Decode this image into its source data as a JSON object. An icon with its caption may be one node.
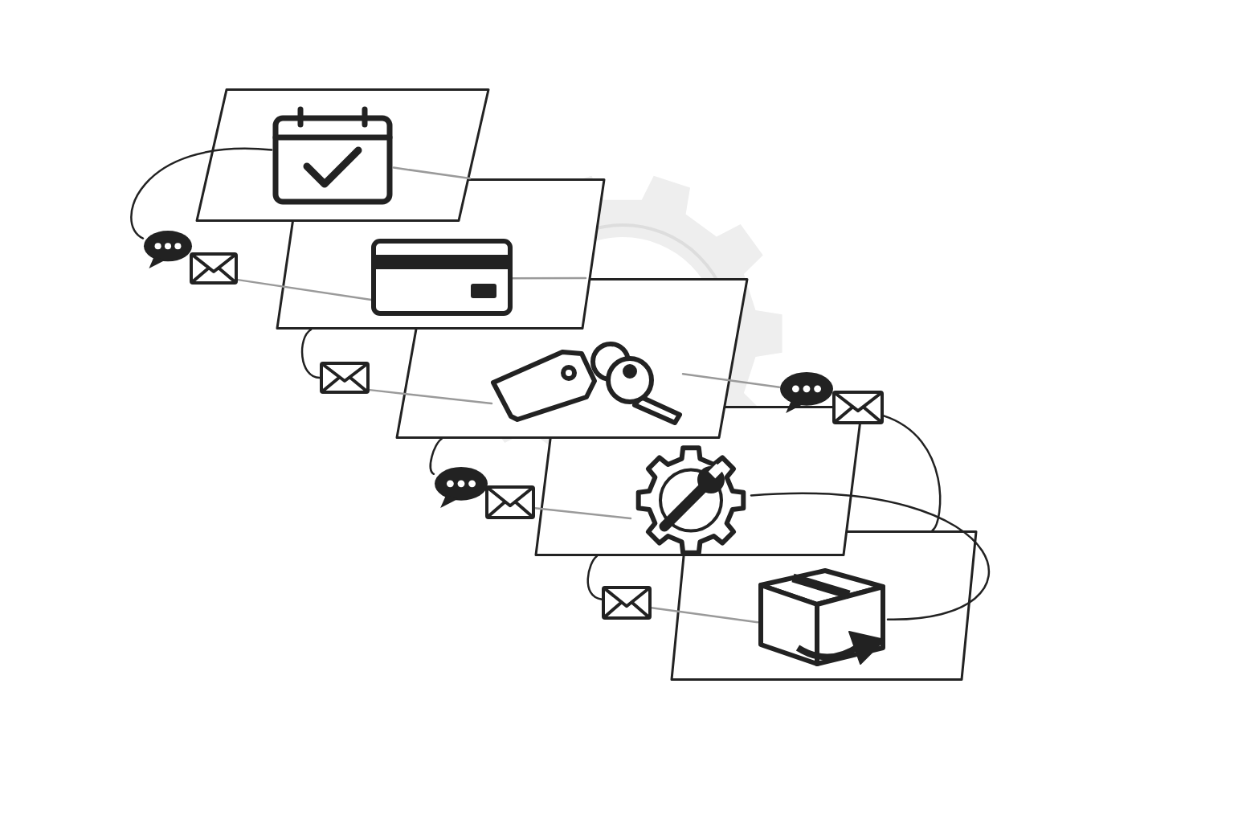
{
  "diagram": {
    "nodes": [
      {
        "text": [],
        "shape": "parallelogram"
      },
      {
        "text": [],
        "shape": "calendar",
        "in": 0
      },
      {
        "text": [],
        "shape": "parallelogram"
      },
      {
        "text": [],
        "shape": "card",
        "in": 2
      },
      {
        "text": [],
        "shape": "parallelogram"
      },
      {
        "text": [],
        "shape": "key",
        "in": 4
      },
      {
        "text": [],
        "shape": "parallelogram"
      },
      {
        "text": [],
        "shape": "gear",
        "in": 6
      },
      {
        "text": [],
        "shape": "parallelogram"
      },
      {
        "text": [],
        "shape": "package",
        "in": 8
      },
      {
        "text": [],
        "shape": "chat"
      },
      {
        "text": [],
        "shape": "envelope"
      },
      {
        "text": [],
        "shape": "envelope"
      },
      {
        "text": [],
        "shape": "chat"
      },
      {
        "text": [],
        "shape": "envelope"
      },
      {
        "text": [],
        "shape": "chat"
      },
      {
        "text": [],
        "shape": "envelope"
      },
      {
        "text": [],
        "shape": "envelope"
      }
    ],
    "edges": [
      {
        "from": 1,
        "to": 10,
        "arrow": "none",
        "color": "#222222"
      },
      {
        "from": 11,
        "to": 3,
        "arrow": "none"
      },
      {
        "from": 1,
        "to": null,
        "arrow": "none"
      },
      {
        "from": 3,
        "to": 4,
        "arrow": "none"
      },
      {
        "from": 12,
        "to": 5,
        "arrow": "none"
      },
      {
        "from": 5,
        "to": 13,
        "arrow": "none"
      },
      {
        "from": 14,
        "to": 8,
        "arrow": "none",
        "color": "#222222"
      },
      {
        "from": 16,
        "to": 7,
        "arrow": "none"
      },
      {
        "from": 7,
        "to": 9,
        "arrow": "none",
        "color": "#222222"
      },
      {
        "from": 17,
        "to": 9,
        "arrow": "none"
      },
      {
        "from": 2,
        "to": 12,
        "arrow": "none",
        "color": "#222222"
      },
      {
        "from": 4,
        "to": 15,
        "arrow": "none",
        "color": "#222222"
      },
      {
        "from": 6,
        "to": 17,
        "arrow": "none",
        "color": "#222222"
      }
    ]
  }
}
